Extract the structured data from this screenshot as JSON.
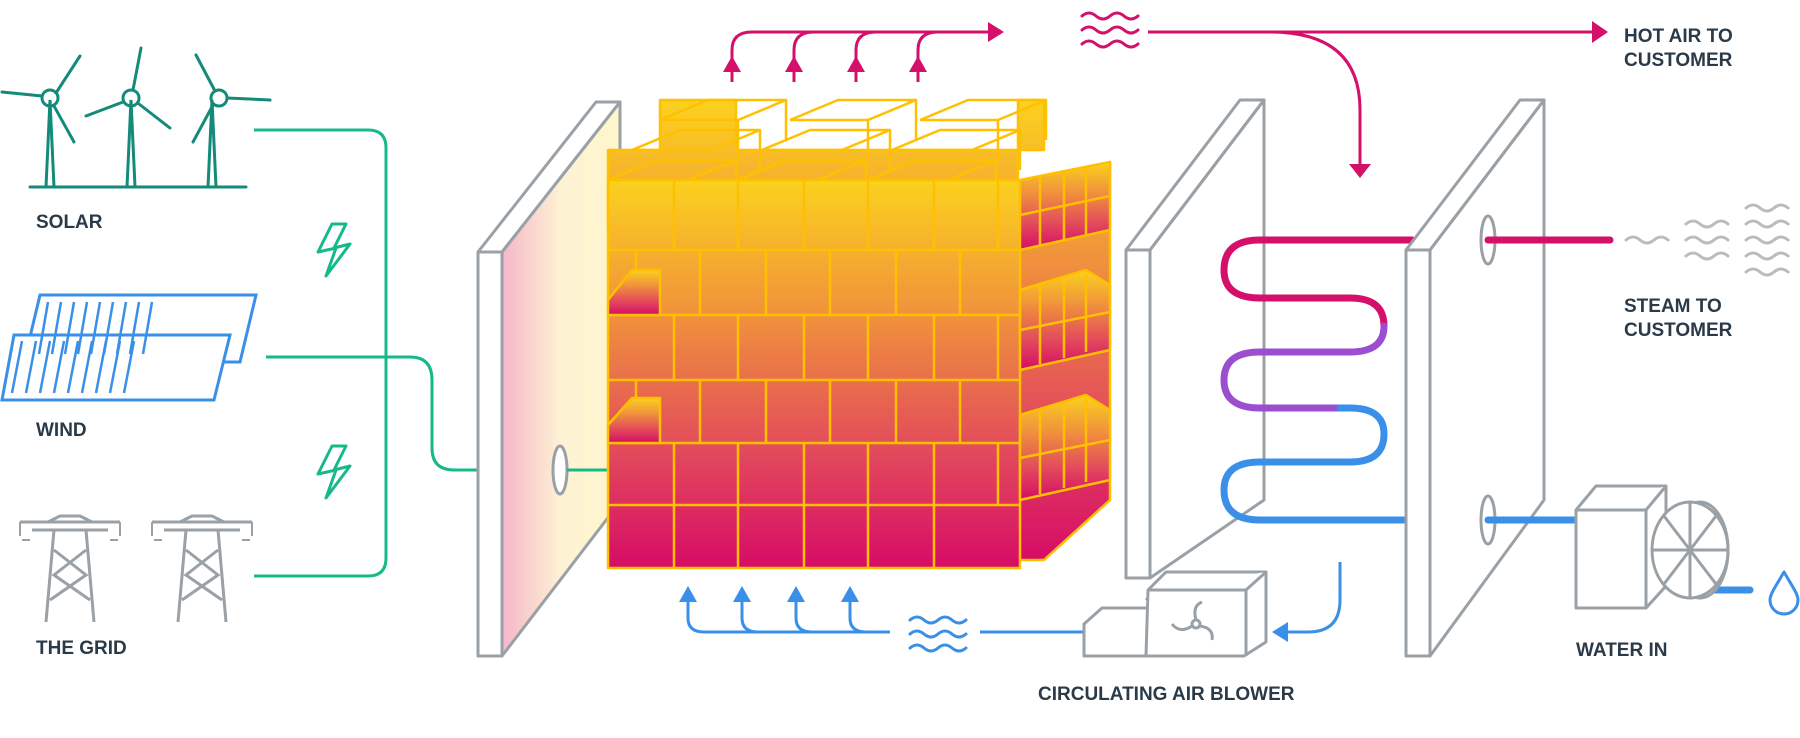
{
  "labels": {
    "solar": "SOLAR",
    "wind": "WIND",
    "grid": "THE GRID",
    "hot_air_line1": "HOT AIR TO",
    "hot_air_line2": "CUSTOMER",
    "steam_line1": "STEAM TO",
    "steam_line2": "CUSTOMER",
    "water_in": "WATER IN",
    "blower": "CIRCULATING AIR BLOWER"
  },
  "colors": {
    "green": "#15b98a",
    "teal": "#138a7a",
    "blue": "#3a8fe8",
    "magenta": "#d4106a",
    "purple": "#9b4fd0",
    "gray": "#9aa1a6",
    "gold": "#ffc000",
    "label": "#2b3a48"
  },
  "icons": [
    "wind-turbine-icon",
    "solar-panel-icon",
    "transmission-tower-icon",
    "lightning-bolt-icon",
    "heat-wave-icon",
    "steam-icon",
    "fan-icon",
    "water-drop-icon"
  ]
}
